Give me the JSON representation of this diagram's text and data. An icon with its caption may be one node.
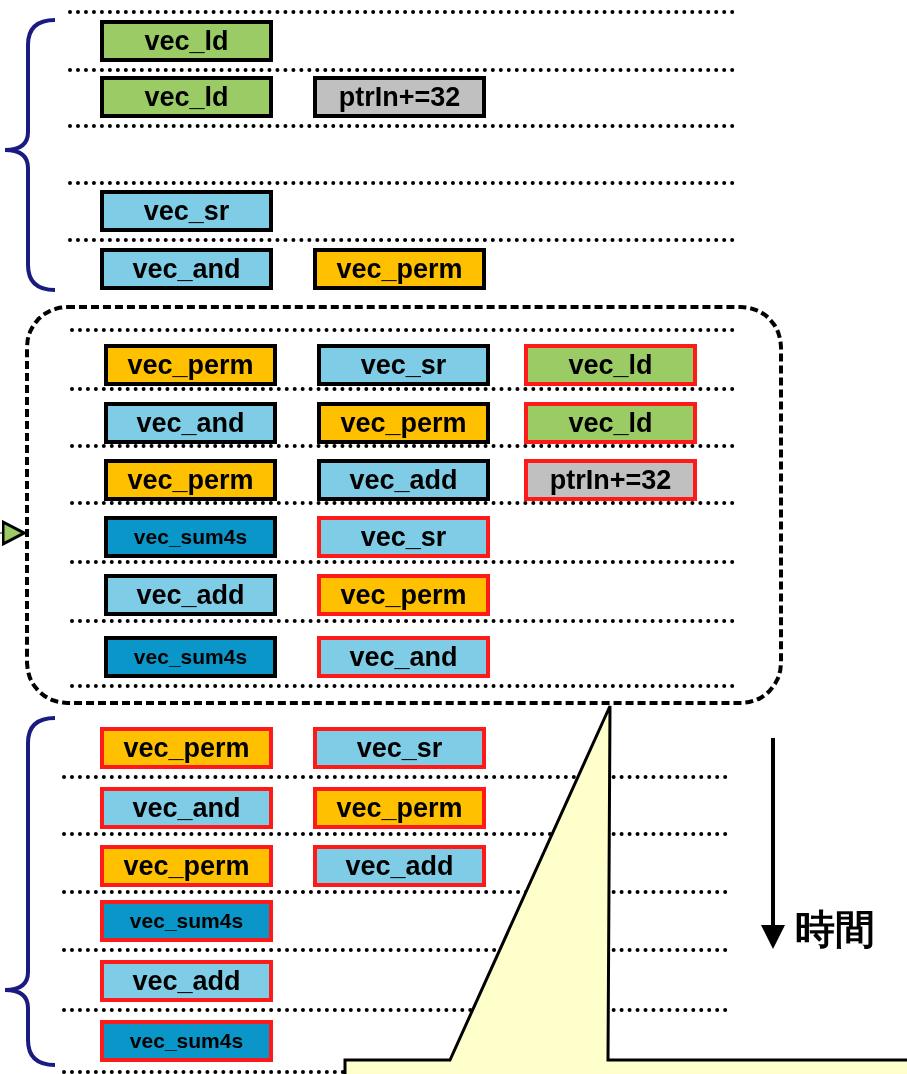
{
  "diagram": {
    "nodes": [
      {
        "text": [
          "vec_ld"
        ]
      },
      {
        "text": [
          "vec_ld"
        ]
      },
      {
        "text": [
          "ptrIn+=32"
        ]
      },
      {
        "text": [
          "vec_sr"
        ]
      },
      {
        "text": [
          "vec_and"
        ]
      },
      {
        "text": [
          "vec_perm"
        ]
      },
      {
        "text": [],
        "shape": "box"
      },
      {
        "text": [
          "vec_perm"
        ],
        "in": 6
      },
      {
        "text": [
          "vec_sr"
        ],
        "in": 6
      },
      {
        "text": [
          "vec_ld"
        ],
        "in": 6
      },
      {
        "text": [
          "vec_and"
        ],
        "in": 6
      },
      {
        "text": [
          "vec_perm"
        ],
        "in": 6
      },
      {
        "text": [
          "vec_ld"
        ],
        "in": 6
      },
      {
        "text": [
          "vec_perm"
        ],
        "in": 6
      },
      {
        "text": [
          "vec_add"
        ],
        "in": 6
      },
      {
        "text": [
          "ptrIn+=32"
        ],
        "in": 6
      },
      {
        "text": [
          "vec_sum4s"
        ],
        "in": 6
      },
      {
        "text": [
          "vec_sr"
        ],
        "in": 6
      },
      {
        "text": [
          "vec_add"
        ],
        "in": 6
      },
      {
        "text": [
          "vec_perm"
        ],
        "in": 6
      },
      {
        "text": [
          "vec_sum4s"
        ],
        "in": 6
      },
      {
        "text": [
          "vec_and"
        ],
        "in": 6
      },
      {
        "text": [
          "vec_perm"
        ]
      },
      {
        "text": [
          "vec_sr"
        ]
      },
      {
        "text": [
          "vec_and"
        ]
      },
      {
        "text": [
          "vec_perm"
        ]
      },
      {
        "text": [
          "vec_perm"
        ]
      },
      {
        "text": [
          "vec_add"
        ]
      },
      {
        "text": [
          "vec_sum4s"
        ]
      },
      {
        "text": [
          "vec_add"
        ]
      },
      {
        "text": [
          "vec_sum4s"
        ]
      },
      {
        "text": [],
        "shape": "callout"
      }
    ],
    "edges": [
      {
        "from": null,
        "to": 6,
        "arrow": "to"
      }
    ],
    "labels": [
      "時間"
    ]
  }
}
